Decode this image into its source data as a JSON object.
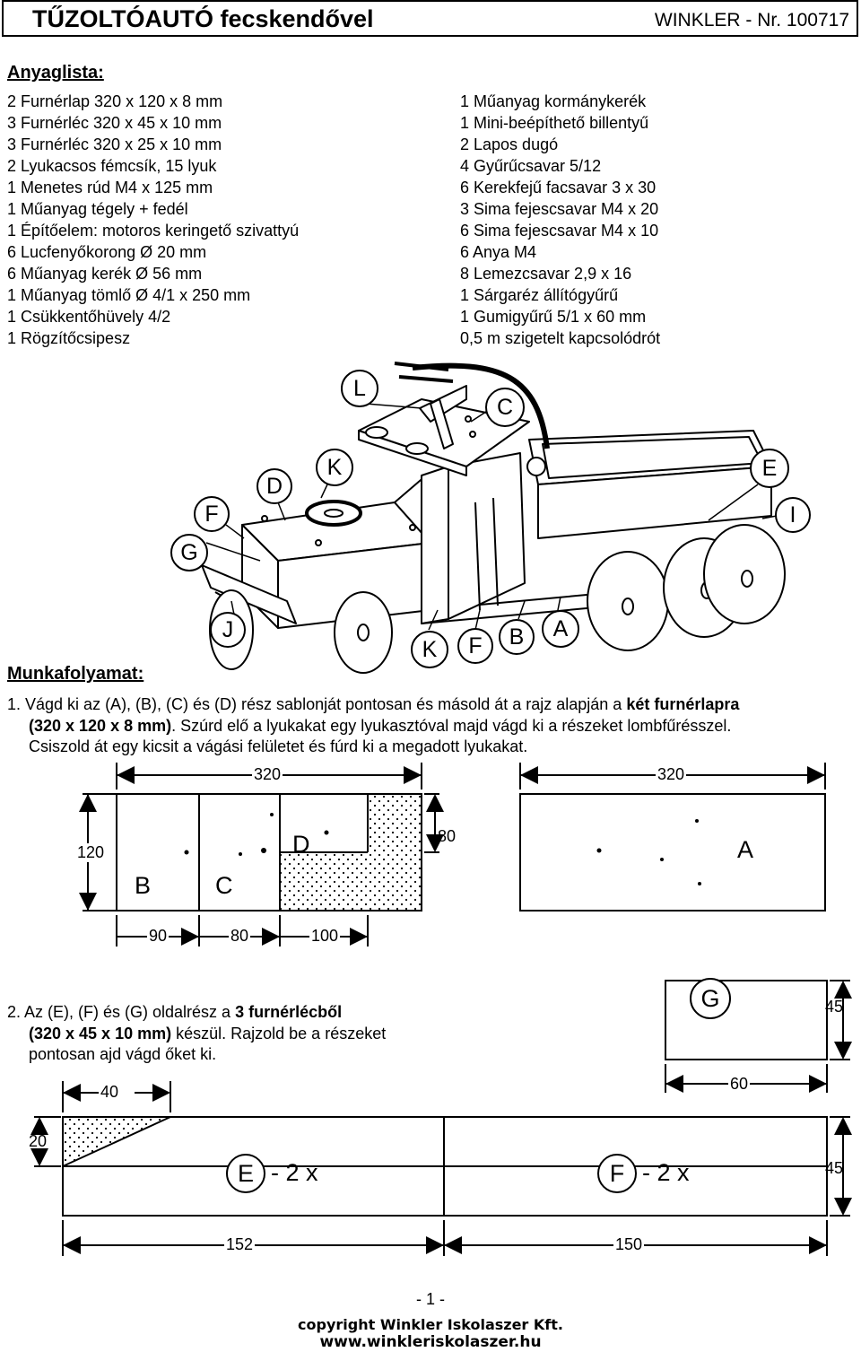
{
  "header": {
    "title": "TŰZOLTÓAUTÓ fecskendővel",
    "code": "WINKLER - Nr. 100717"
  },
  "materials": {
    "heading": "Anyaglista:",
    "left": [
      "2 Furnérlap 320 x 120 x 8 mm",
      "3 Furnérléc 320 x 45 x 10 mm",
      "3 Furnérléc 320 x 25 x 10 mm",
      "2 Lyukacsos fémcsík, 15 lyuk",
      "1 Menetes rúd M4 x 125 mm",
      "1 Műanyag tégely + fedél",
      "1 Építőelem: motoros keringető szivattyú",
      "6 Lucfenyőkorong Ø 20 mm",
      "6 Műanyag kerék Ø 56 mm",
      "1 Műanyag tömlő Ø 4/1 x 250 mm",
      "1 Csükkentőhüvely 4/2",
      "1 Rögzítőcsipesz"
    ],
    "right": [
      "1 Műanyag kormánykerék",
      "1 Mini-beépíthető billentyű",
      "2 Lapos dugó",
      "4 Gyűrűcsavar 5/12",
      "6 Kerekfejű facsavar 3 x 30",
      "3 Sima fejescsavar M4 x 20",
      "6 Sima fejescsavar M4 x 10",
      "6 Anya M4",
      "8 Lemezcsavar 2,9 x 16",
      "1 Sárgaréz állítógyűrű",
      "1 Gumigyűrű 5/1 x 60 mm",
      "0,5 m szigetelt kapcsolódrót"
    ]
  },
  "illustration_labels": {
    "L": "L",
    "C": "C",
    "K_top": "K",
    "E": "E",
    "D": "D",
    "F_top": "F",
    "I": "I",
    "G": "G",
    "J": "J",
    "K_bottom": "K",
    "F_bottom": "F",
    "B": "B",
    "A": "A"
  },
  "workflow": {
    "heading": "Munkafolyamat:",
    "step1": {
      "line1": "1. Vágd ki az (A), (B), (C) és (D) rész sablonját pontosan és másold át a rajz alapján a ",
      "line1_bold": "két furnérlapra",
      "line2_bold": "(320 x 120 x 8 mm)",
      "line2": ". Szúrd elő a lyukakat egy lyukasztóval majd vágd ki a részeket lombfűrésszel.",
      "line3": "Csiszold át egy kicsit a vágási felületet és fúrd ki a megadott lyukakat."
    },
    "step2": {
      "line1": "2. Az (E), (F) és (G) oldalrész a ",
      "line1_bold": "3 furnérlécből",
      "line2_bold": "(320 x 45 x 10 mm)",
      "line2": " készül. Rajzold be a részeket",
      "line3": "pontosan ajd vágd őket ki."
    }
  },
  "drawing1": {
    "dim_width_left": "320",
    "dim_width_right": "320",
    "dim_height": "120",
    "dim_80_vertical": "80",
    "dim_90": "90",
    "dim_80": "80",
    "dim_100": "100",
    "B": "B",
    "C": "C",
    "D": "D",
    "A": "A"
  },
  "drawing2": {
    "G": "G",
    "dim_45_top": "45",
    "dim_60": "60",
    "dim_40": "40",
    "dim_20": "20",
    "E_part": "E",
    "E_qty": "- 2 x",
    "F_part": "F",
    "F_qty": "- 2 x",
    "dim_45_bottom": "45",
    "dim_152": "152",
    "dim_150": "150"
  },
  "footer": {
    "page": "- 1 -",
    "copyright": "copyright Winkler Iskolaszer Kft.",
    "url": "www.winkleriskolaszer.hu"
  }
}
